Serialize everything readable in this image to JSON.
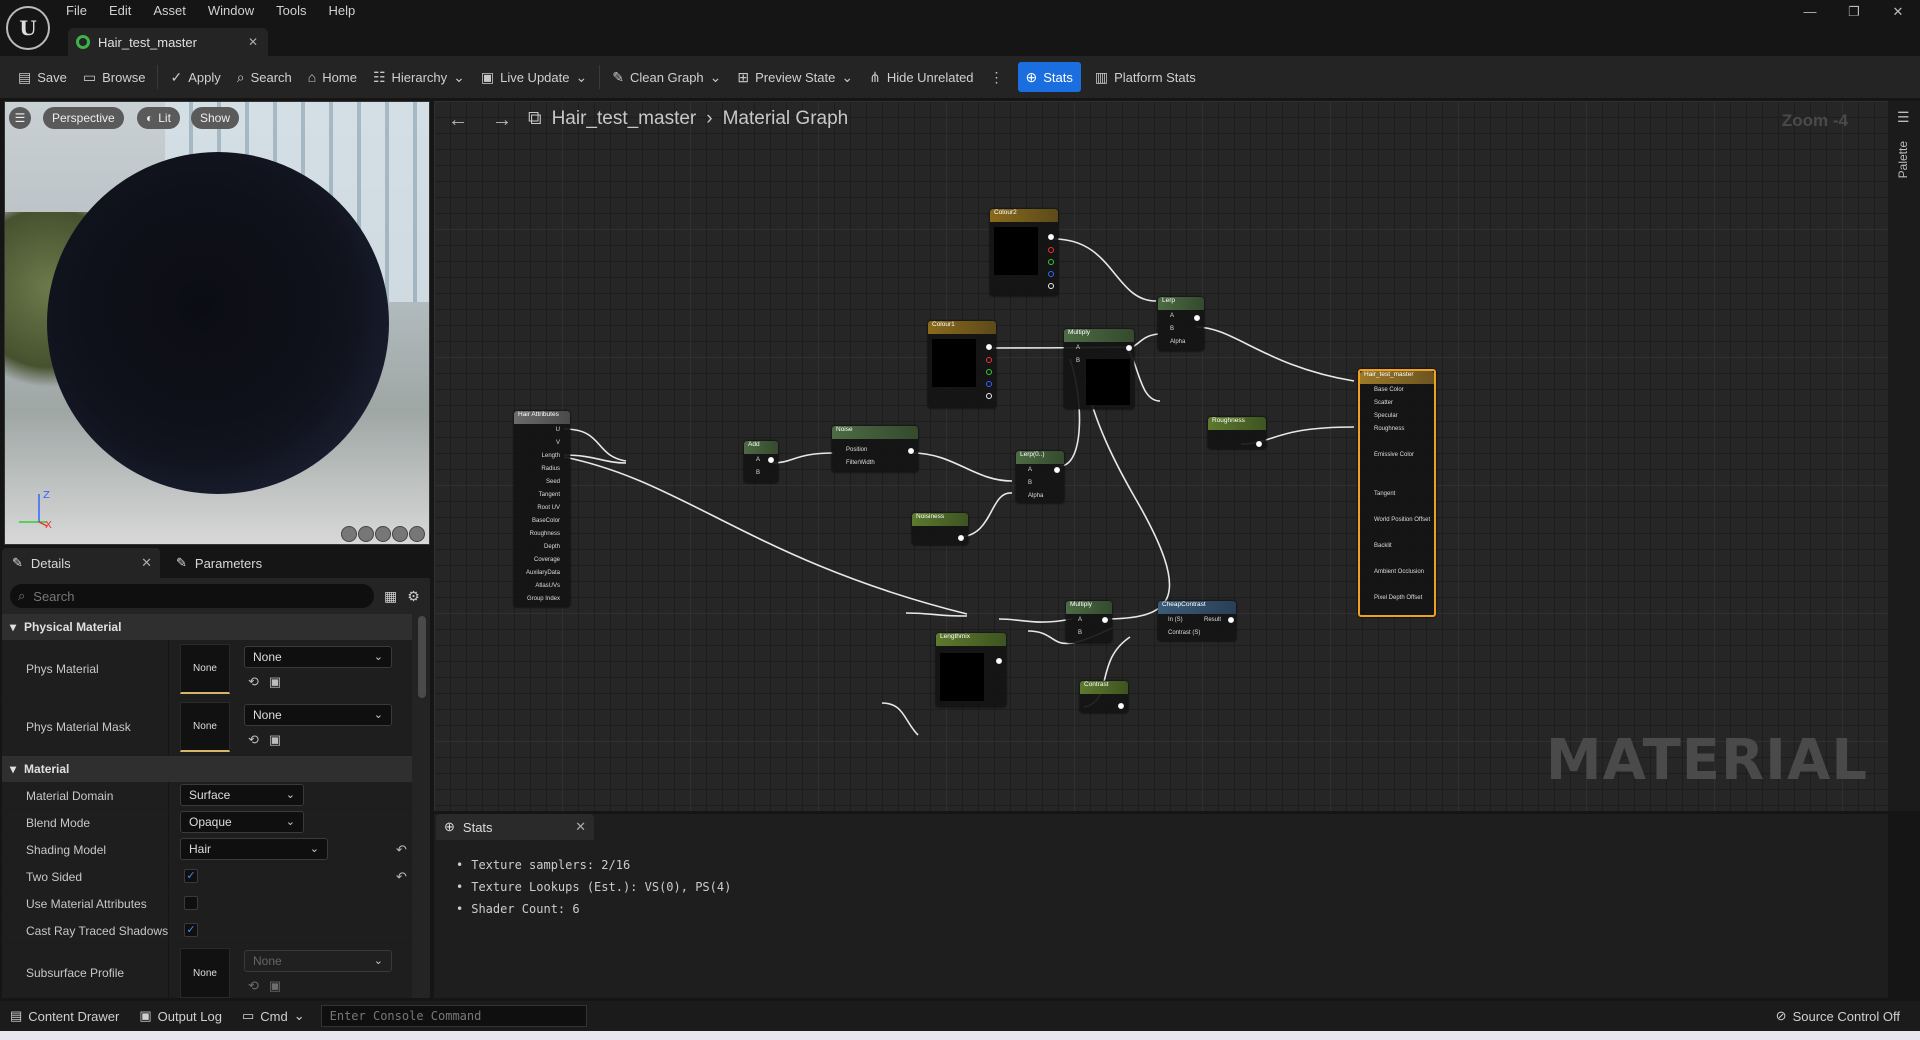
{
  "menu": {
    "items": [
      "File",
      "Edit",
      "Asset",
      "Window",
      "Tools",
      "Help"
    ]
  },
  "doc_tab": {
    "title": "Hair_test_master"
  },
  "toolbar": {
    "save": "Save",
    "browse": "Browse",
    "apply": "Apply",
    "search": "Search",
    "home": "Home",
    "hierarchy": "Hierarchy",
    "live_update": "Live Update",
    "clean_graph": "Clean Graph",
    "preview_state": "Preview State",
    "hide_unrelated": "Hide Unrelated",
    "stats": "Stats",
    "platform_stats": "Platform Stats"
  },
  "viewport": {
    "perspective": "Perspective",
    "lit": "Lit",
    "show": "Show",
    "axis_z": "Z",
    "axis_x": "X"
  },
  "left_tabs": {
    "details": "Details",
    "parameters": "Parameters"
  },
  "details": {
    "search_placeholder": "Search",
    "physical_material": {
      "header": "Physical Material",
      "phys_material": {
        "label": "Phys Material",
        "thumb": "None",
        "value": "None"
      },
      "phys_material_mask": {
        "label": "Phys Material Mask",
        "thumb": "None",
        "value": "None"
      }
    },
    "material": {
      "header": "Material",
      "material_domain": {
        "label": "Material Domain",
        "value": "Surface"
      },
      "blend_mode": {
        "label": "Blend Mode",
        "value": "Opaque"
      },
      "shading_model": {
        "label": "Shading Model",
        "value": "Hair"
      },
      "two_sided": {
        "label": "Two Sided",
        "checked": true
      },
      "use_material_attributes": {
        "label": "Use Material Attributes",
        "checked": false
      },
      "cast_ray_traced_shadows": {
        "label": "Cast Ray Traced Shadows",
        "checked": true
      },
      "subsurface_profile": {
        "label": "Subsurface Profile",
        "thumb": "None",
        "value": "None"
      }
    }
  },
  "graph": {
    "breadcrumb_root": "Hair_test_master",
    "breadcrumb_current": "Material Graph",
    "zoom": "Zoom -4",
    "watermark": "MATERIAL",
    "nodes": {
      "colour2": {
        "title": "Colour2"
      },
      "colour1": {
        "title": "Colour1"
      },
      "lerp1": {
        "title": "Lerp",
        "pins": [
          "A",
          "B",
          "Alpha"
        ]
      },
      "multiply1": {
        "title": "Multiply",
        "pins": [
          "A",
          "B"
        ]
      },
      "hair_attributes": {
        "title": "Hair Attributes",
        "pins": [
          "U",
          "V",
          "Length",
          "Radius",
          "Seed",
          "Tangent",
          "Root UV",
          "BaseColor",
          "Roughness",
          "Depth",
          "Coverage",
          "AuxilaryData",
          "AtlasUVs",
          "Group Index"
        ]
      },
      "add": {
        "title": "Add",
        "pins": [
          "A",
          "B"
        ]
      },
      "noise": {
        "title": "Noise",
        "pins": [
          "Position",
          "FilterWidth"
        ]
      },
      "lerp2": {
        "title": "Lerp(0..)",
        "pins": [
          "A",
          "B",
          "Alpha"
        ]
      },
      "noisiness": {
        "title": "Noisiness"
      },
      "roughness": {
        "title": "Roughness"
      },
      "multiply2": {
        "title": "Multiply",
        "pins": [
          "A",
          "B"
        ]
      },
      "cheap_contrast": {
        "title": "CheapContrast",
        "pins": [
          "In (S)",
          "Contrast (S)"
        ],
        "out": "Result"
      },
      "lengthmix": {
        "title": "Lengthmix"
      },
      "contrast": {
        "title": "Contrast"
      },
      "result": {
        "title": "Hair_test_master",
        "pins": [
          "Base Color",
          "Scatter",
          "Specular",
          "Roughness",
          "",
          "Emissive Color",
          "",
          "",
          "Tangent",
          "",
          "World Position Offset",
          "",
          "Backlit",
          "",
          "Ambient Occlusion",
          "",
          "Pixel Depth Offset",
          ""
        ]
      }
    }
  },
  "palette": {
    "label": "Palette"
  },
  "stats": {
    "tab": "Stats",
    "lines": [
      "Texture samplers: 2/16",
      "Texture Lookups (Est.): VS(0), PS(4)",
      "Shader Count: 6"
    ]
  },
  "statusbar": {
    "content_drawer": "Content Drawer",
    "output_log": "Output Log",
    "cmd": "Cmd",
    "console_placeholder": "Enter Console Command",
    "source_control": "Source Control Off"
  }
}
